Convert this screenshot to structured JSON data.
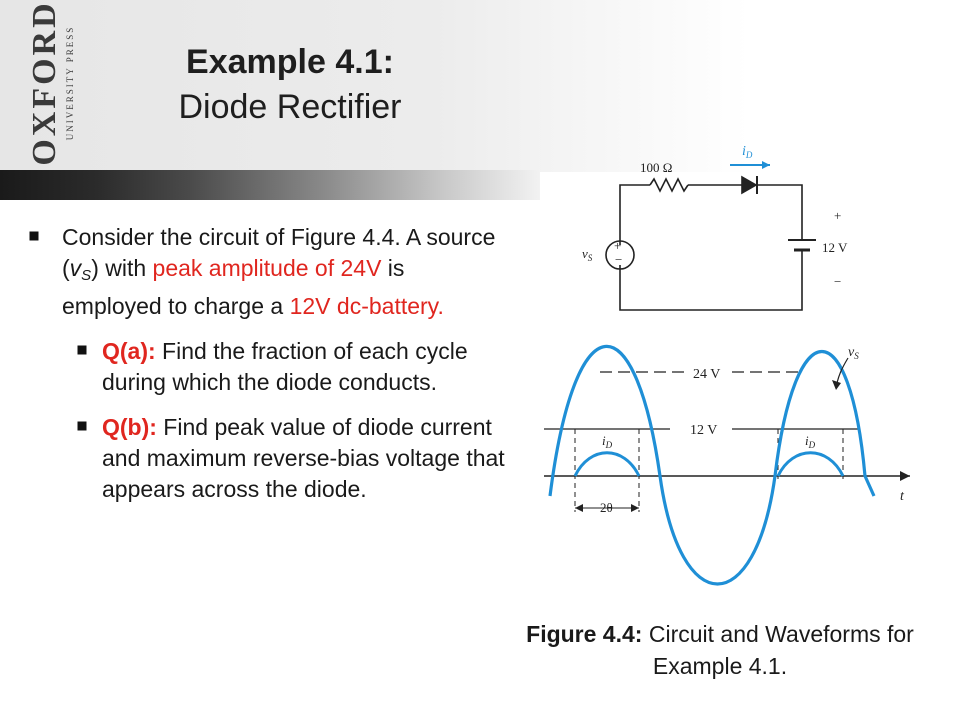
{
  "logo": {
    "main": "OXFORD",
    "sub": "UNIVERSITY PRESS"
  },
  "title": {
    "line1": "Example 4.1:",
    "line2": "Diode Rectifier"
  },
  "bullet1": {
    "t1": "Consider the circuit of Figure 4.4. A source (",
    "var": "v",
    "var_sub": "S",
    "t2": ") with ",
    "red": "peak amplitude of 24V",
    "t3": " is employed to charge a ",
    "red2": "12V dc-battery."
  },
  "qa": {
    "label": "Q(a):",
    "text": " Find the fraction of each cycle during which the diode conducts."
  },
  "qb": {
    "label": "Q(b):",
    "text": " Find peak value of diode current and maximum reverse-bias voltage that appears across the diode."
  },
  "circuit": {
    "resistor_label": "100 Ω",
    "current_label": "i",
    "current_sub": "D",
    "source_label": "v",
    "source_sub": "S",
    "battery_plus": "+",
    "battery_value": "12 V",
    "battery_minus": "−",
    "source_plus": "+",
    "source_minus": "−"
  },
  "waveform": {
    "peak_label": "24 V",
    "battery_label": "12 V",
    "vs_label": "v",
    "vs_sub": "S",
    "id_label": "i",
    "id_sub": "D",
    "angle_label": "2θ",
    "t_label": "t"
  },
  "caption": {
    "bold": "Figure 4.4:",
    "text": " Circuit and Waveforms for Example 4.1."
  },
  "colors": {
    "accent_red": "#e0261f",
    "wave_blue": "#1f8fd6"
  }
}
